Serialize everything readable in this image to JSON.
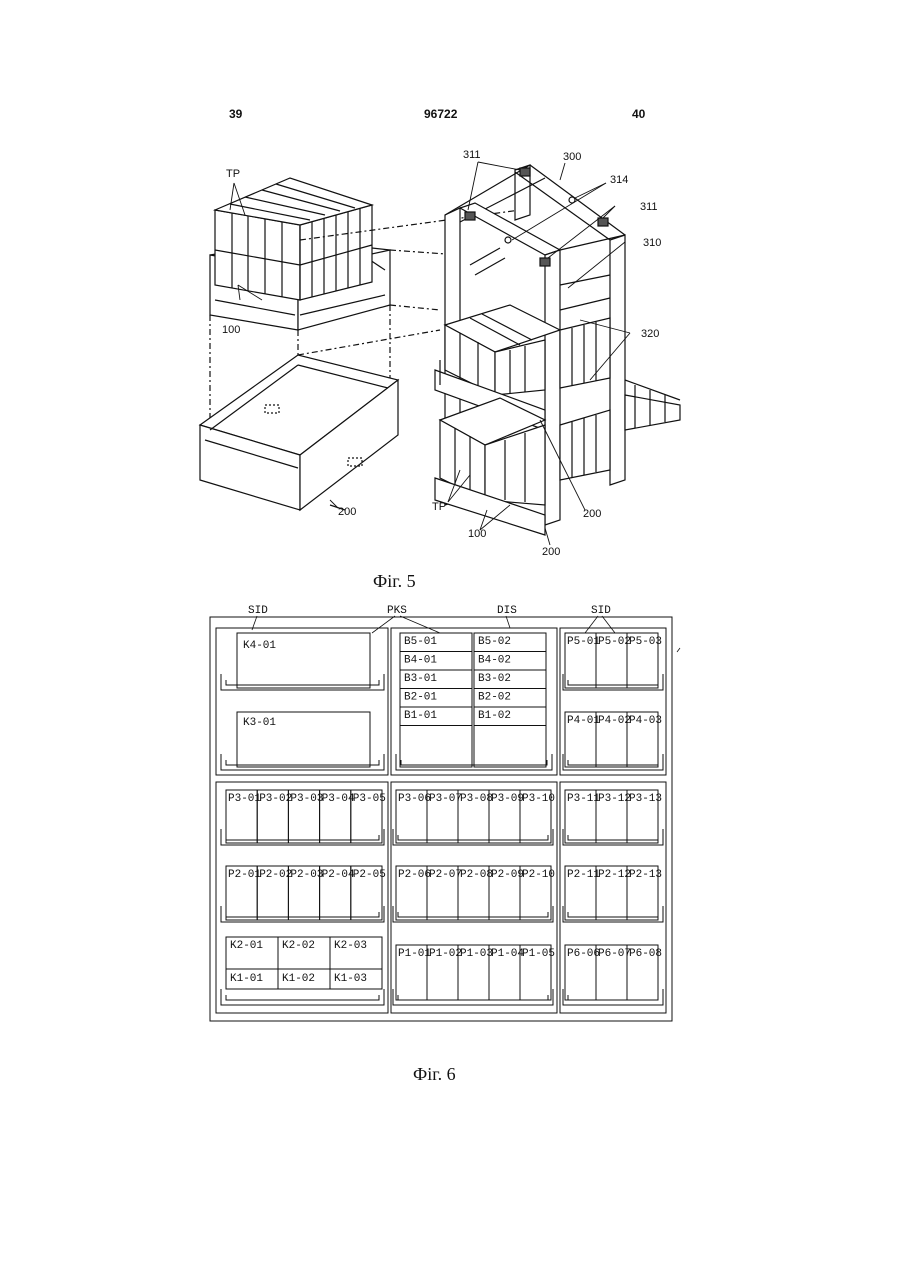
{
  "header": {
    "left": "39",
    "center": "96722",
    "right": "40"
  },
  "fig5": {
    "caption": "Фіг. 5",
    "labels": {
      "tp_top": "TP",
      "l100_left": "100",
      "l200_left": "200",
      "l311_a": "311",
      "l300": "300",
      "l314": "314",
      "l311_b": "311",
      "l310": "310",
      "l320": "320",
      "tp_bottom": "TP",
      "l100_bottom": "100",
      "l200_mid": "200",
      "l200_bottom": "200"
    }
  },
  "fig6": {
    "caption": "Фіг. 6",
    "callouts": {
      "sid_left": "SID",
      "pks": "PKS",
      "dis": "DIS",
      "sid_right": "SID"
    },
    "left_top": {
      "k4": "K4-01",
      "k3": "K3-01"
    },
    "mid_top": {
      "left_col": [
        "B5-01",
        "B4-01",
        "B3-01",
        "B2-01",
        "B1-01"
      ],
      "right_col": [
        "B5-02",
        "B4-02",
        "B3-02",
        "B2-02",
        "B1-02"
      ]
    },
    "right_top": {
      "row1": [
        "P5-01",
        "P5-02",
        "P5-03"
      ],
      "row2": [
        "P4-01",
        "P4-02",
        "P4-03"
      ]
    },
    "left_bottom": {
      "row1": [
        "P3-01",
        "P3-02",
        "P3-03",
        "P3-04",
        "P3-05"
      ],
      "row2": [
        "P2-01",
        "P2-02",
        "P2-03",
        "P2-04",
        "P2-05"
      ],
      "k_top": [
        "K2-01",
        "K2-02",
        "K2-03"
      ],
      "k_bot": [
        "K1-01",
        "K1-02",
        "K1-03"
      ]
    },
    "mid_bottom": {
      "row1": [
        "P3-06",
        "P3-07",
        "P3-08",
        "P3-09",
        "P3-10"
      ],
      "row2": [
        "P2-06",
        "P2-07",
        "P2-08",
        "P2-09",
        "P2-10"
      ],
      "row3": [
        "P1-01",
        "P1-02",
        "P1-03",
        "P1-04",
        "P1-05"
      ]
    },
    "right_bottom": {
      "row1": [
        "P3-11",
        "P3-12",
        "P3-13"
      ],
      "row2": [
        "P2-11",
        "P2-12",
        "P2-13"
      ],
      "row3": [
        "P6-06",
        "P6-07",
        "P6-08"
      ]
    }
  }
}
